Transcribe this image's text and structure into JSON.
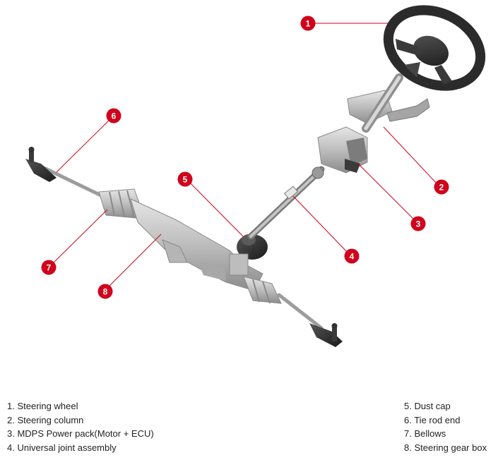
{
  "callouts": [
    {
      "number": "1",
      "label": "Steering wheel"
    },
    {
      "number": "2",
      "label": "Steering column"
    },
    {
      "number": "3",
      "label": "MDPS Power pack(Motor + ECU)"
    },
    {
      "number": "4",
      "label": "Universal joint assembly"
    },
    {
      "number": "5",
      "label": "Dust cap"
    },
    {
      "number": "6",
      "label": "Tie rod end"
    },
    {
      "number": "7",
      "label": "Bellows"
    },
    {
      "number": "8",
      "label": "Steering gear box"
    }
  ],
  "legend": {
    "left": [
      "1. Steering wheel",
      "2. Steering column",
      "3. MDPS Power pack(Motor + ECU)",
      "4. Universal joint assembly"
    ],
    "right": [
      "5. Dust cap",
      "6. Tie rod end",
      "7. Bellows",
      "8. Steering gear box"
    ]
  },
  "colors": {
    "callout": "#d0021b",
    "part_dark": "#2b2b2b",
    "part_light": "#c9c9c9",
    "part_mid": "#9a9a9a"
  }
}
